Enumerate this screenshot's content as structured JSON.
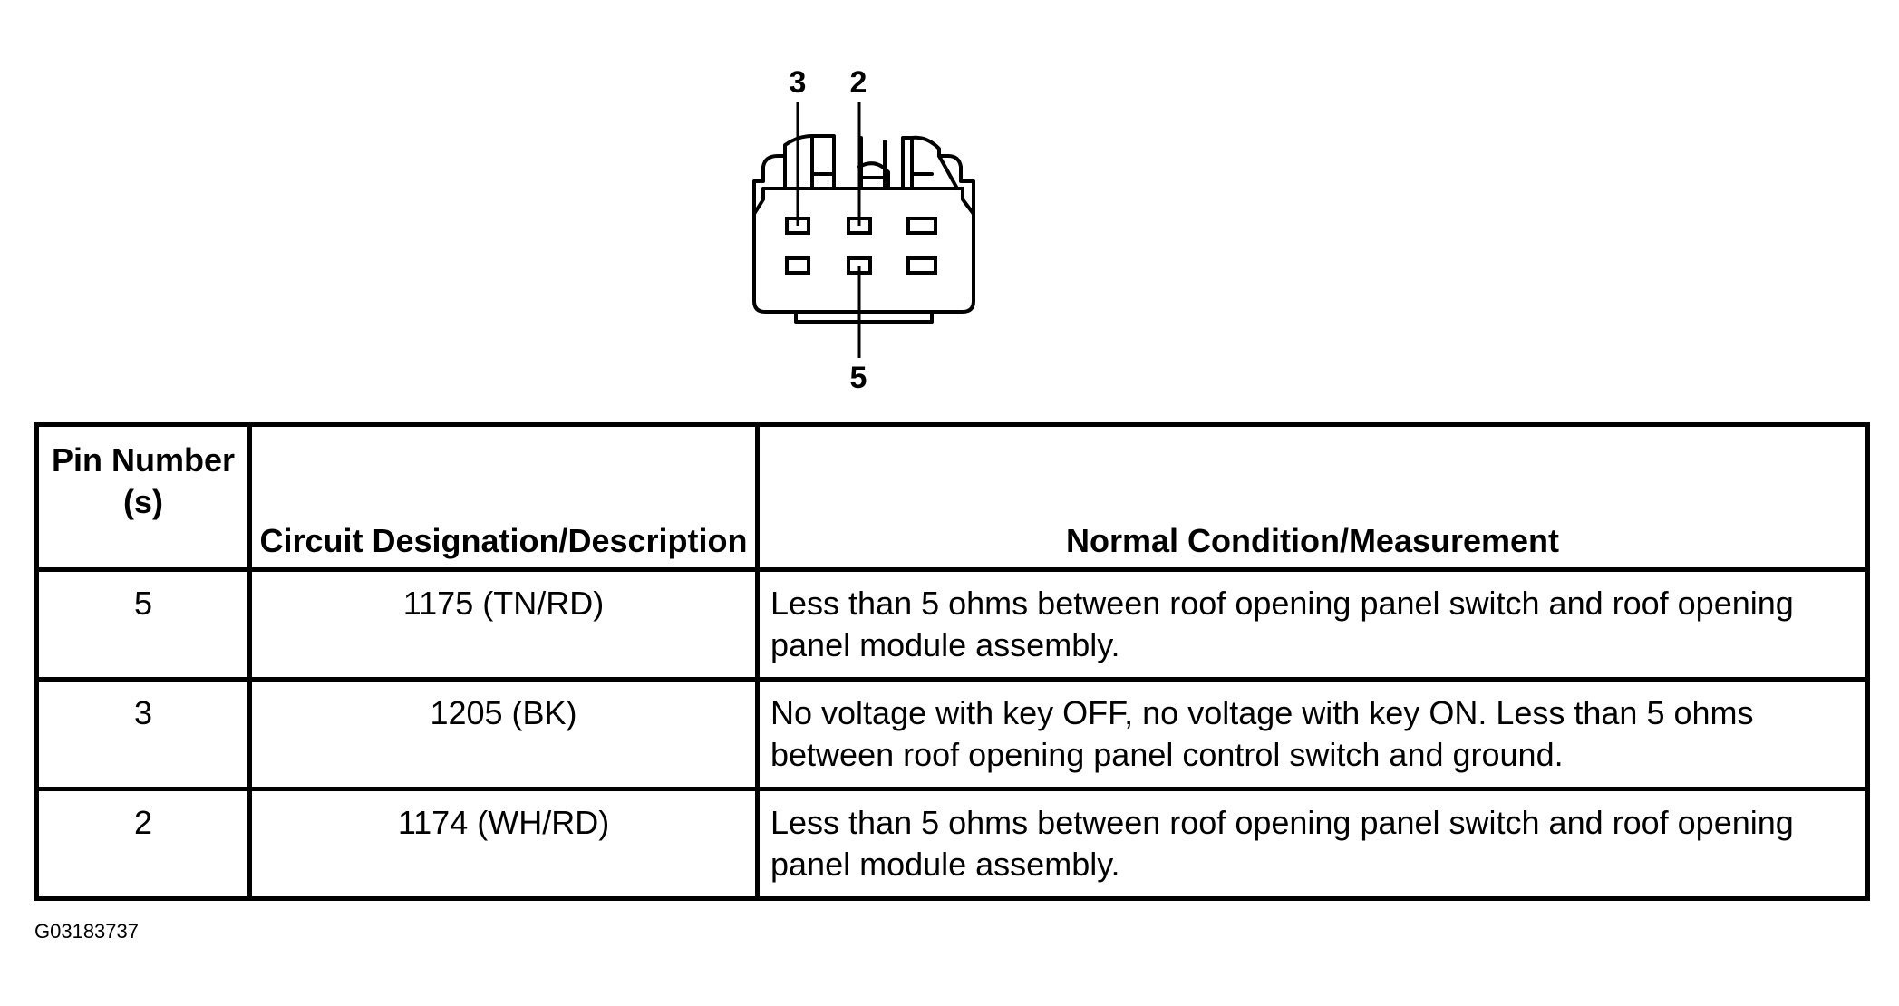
{
  "connector": {
    "pin_labels": [
      "3",
      "2",
      "5"
    ]
  },
  "table": {
    "headers": {
      "pin": "Pin Number (s)",
      "circuit": "Circuit Designation/Description",
      "condition": "Normal Condition/Measurement"
    },
    "rows": [
      {
        "pin": "5",
        "circuit": "1175 (TN/RD)",
        "condition": "Less than 5 ohms between roof opening panel switch and roof opening panel module assembly."
      },
      {
        "pin": "3",
        "circuit": "1205 (BK)",
        "condition": "No voltage with key OFF, no voltage with key ON. Less than 5 ohms between roof opening panel control switch and ground."
      },
      {
        "pin": "2",
        "circuit": "1174 (WH/RD)",
        "condition": "Less than 5 ohms between roof opening panel switch and roof opening panel module assembly."
      }
    ]
  },
  "figure_code": "G03183737"
}
